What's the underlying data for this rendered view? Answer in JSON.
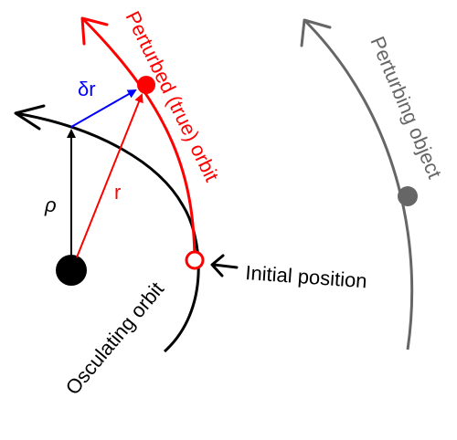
{
  "labels": {
    "perturbed_orbit": "Perturbed (true) orbit",
    "perturbing_object": "Perturbing object",
    "osculating_orbit": "Osculating orbit",
    "initial_position": "Initial position",
    "delta_r": "δr",
    "r": "r",
    "rho": "ρ"
  },
  "colors": {
    "perturbed": "#ff0000",
    "osculating": "#000000",
    "perturbing": "#666666",
    "delta": "#0000ff"
  }
}
